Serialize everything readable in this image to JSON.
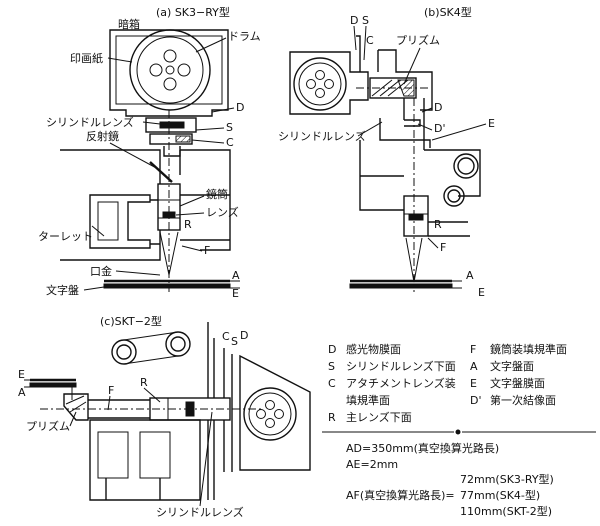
{
  "captions": {
    "a": "(a) SK3−RY型",
    "b": "(b)SK4型",
    "c": "(c)SKT−2型"
  },
  "labels_a": {
    "ankan": "暗箱",
    "drum": "ドラム",
    "paper": "印画紙",
    "D": "D",
    "cyl_lens": "シリンドルレンズ",
    "S": "S",
    "C": "C",
    "mirror": "反射鏡",
    "tube": "鏡筒",
    "lens": "レンズ",
    "turret": "ターレット",
    "R": "R",
    "F": "F",
    "mouthpiece": "口金",
    "dial": "文字盤",
    "A": "A",
    "E": "E"
  },
  "labels_b": {
    "D": "D",
    "S": "S",
    "C": "C",
    "prism": "プリズム",
    "cyl_lens": "シリンドルレンズ",
    "D_prime": "D'",
    "E": "E",
    "R": "R",
    "F": "F",
    "A": "A",
    "E2": "E"
  },
  "labels_c": {
    "C": "C",
    "S": "S",
    "D": "D",
    "E": "E",
    "A": "A",
    "F": "F",
    "R": "R",
    "prism": "プリズム",
    "cyl_lens": "シリンドルレンズ"
  },
  "legend": {
    "items": [
      {
        "key": "D",
        "text": "感光物膜面"
      },
      {
        "key": "S",
        "text": "シリンドルレンズ下面"
      },
      {
        "key": "C",
        "text": "アタチメントレンズ装"
      },
      {
        "key": "",
        "text": "填規準面"
      },
      {
        "key": "R",
        "text": "主レンズ下面"
      },
      {
        "key": "F",
        "text": "鏡筒装填規準面"
      },
      {
        "key": "A",
        "text": "文字盤面"
      },
      {
        "key": "E",
        "text": "文字盤膜面"
      },
      {
        "key": "D'",
        "text": "第一次結像面"
      }
    ],
    "ad": "AD=350mm(真空換算光路長)",
    "ae": "AE=2mm",
    "af_prefix": "AF(真空換算光路長)=",
    "af_values": [
      "72mm(SK3-RY型)",
      "77mm(SK4-型)",
      "110mm(SKT-2型)"
    ]
  }
}
